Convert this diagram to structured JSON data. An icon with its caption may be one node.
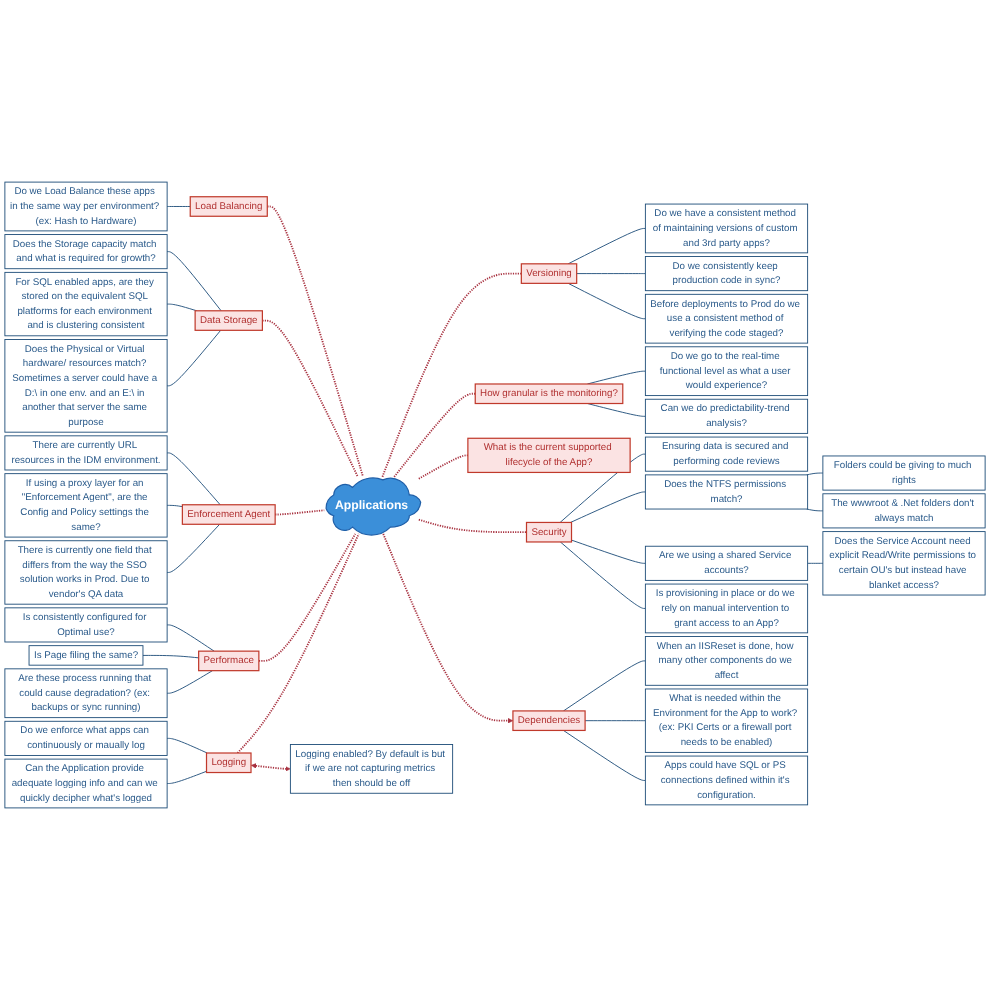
{
  "diagram": {
    "nodes": [
      {
        "text": [
          "Applications"
        ]
      },
      {
        "text": [
          "Logging"
        ]
      },
      {
        "text": [
          "Can the Application provide adequate logging info and can we quickly decipher what's logged"
        ]
      },
      {
        "text": [
          "Do we enforce what apps can continuously or maually log"
        ]
      },
      {
        "text": [
          "Performace"
        ]
      },
      {
        "text": [
          "Logging enabled? By default is but if we are not capturing metrics then should be off"
        ]
      },
      {
        "text": [
          "Are these process running that could cause degradation? (ex: backups or sync running)"
        ]
      },
      {
        "text": [
          "Is Page filing the same?"
        ]
      },
      {
        "text": [
          "Is consistently configured for Optimal use?"
        ]
      },
      {
        "text": [
          "Versioning"
        ]
      },
      {
        "text": [
          "Do we have a consistent method of maintaining versions of custom and 3rd party apps?"
        ]
      },
      {
        "text": [
          "Do we consistently keep production code in sync?"
        ]
      },
      {
        "text": [
          "Before deployments to Prod do we use a consistent method of verifying the code staged?"
        ]
      },
      {
        "text": [
          "How granular is the monitoring?"
        ]
      },
      {
        "text": [
          "Do we go to the real-time functional level as what a user would experience?"
        ]
      },
      {
        "text": [
          "Can we do predictability-trend analysis?"
        ]
      },
      {
        "text": [
          "Enforcement Agent"
        ]
      },
      {
        "text": [
          "There is currently one field that differs from the way the SSO solution works in Prod. Due to vendor's QA data"
        ]
      },
      {
        "text": [
          "If using a proxy layer for an \"Enforcement Agent\", are the Config and Policy settings the same?"
        ]
      },
      {
        "text": [
          "There are currently URL resources in the IDM environment."
        ]
      },
      {
        "text": [
          "What is the current supported lifecycle of the App?"
        ]
      },
      {
        "text": [
          "Security"
        ]
      },
      {
        "text": [
          "Ensuring data is secured and performing code reviews"
        ]
      },
      {
        "text": [
          "Does the NTFS permissions match?"
        ]
      },
      {
        "text": [
          "Folders could be giving to much rights"
        ]
      },
      {
        "text": [
          "The wwwroot & .Net folders don't always match"
        ]
      },
      {
        "text": [
          "Are we using a shared Service accounts?"
        ]
      },
      {
        "text": [
          "Does the Service Account need explicit Read/Write permissions to certain OU's but instead have blanket access?"
        ]
      },
      {
        "text": [
          "Is provisioning in place or do we rely on manual intervention to grant access to an App?"
        ]
      },
      {
        "text": [
          "Data Storage"
        ]
      },
      {
        "text": [
          "Does the Physical or Virtual hardware/ resources match? Sometimes a server could have a D:\\ in one env. and an E:\\ in another that server the same purpose"
        ]
      },
      {
        "text": [
          "For SQL enabled apps, are they stored on the equivalent SQL platforms for each environment and is clustering consistent"
        ]
      },
      {
        "text": [
          "Does the Storage capacity match and what is required for growth?"
        ]
      },
      {
        "text": [
          "Load Balancing"
        ]
      },
      {
        "text": [
          "Do we Load Balance these apps in the same way per environment? (ex: Hash to Hardware)"
        ]
      },
      {
        "text": [
          "Dependencies"
        ]
      },
      {
        "text": [
          "When an IISReset is done, how many other components do we affect"
        ]
      },
      {
        "text": [
          "What is needed within the Environment for the App to work? (ex: PKI Certs or a firewall port needs to be enabled)"
        ]
      },
      {
        "text": [
          "Apps could have SQL or PS connections defined within it's configuration."
        ]
      }
    ],
    "edges": [
      {
        "from": 0,
        "to": 1,
        "arrow": "none",
        "style": "dashed",
        "color": "#a83240"
      },
      {
        "from": 1,
        "to": 2,
        "arrow": "none"
      },
      {
        "from": 1,
        "to": 3,
        "arrow": "none"
      },
      {
        "from": 1,
        "to": 5,
        "arrow": "both",
        "style": "dashed",
        "color": "#a83240"
      },
      {
        "from": 0,
        "to": 4,
        "arrow": "none",
        "style": "dashed",
        "color": "#a83240"
      },
      {
        "from": 4,
        "to": 6,
        "arrow": "none"
      },
      {
        "from": 4,
        "to": 7,
        "arrow": "none"
      },
      {
        "from": 4,
        "to": 8,
        "arrow": "none"
      },
      {
        "from": 0,
        "to": 9,
        "arrow": "none",
        "style": "dashed",
        "color": "#a83240"
      },
      {
        "from": 9,
        "to": 10,
        "arrow": "none"
      },
      {
        "from": 9,
        "to": 11,
        "arrow": "none"
      },
      {
        "from": 9,
        "to": 12,
        "arrow": "none"
      },
      {
        "from": 0,
        "to": 13,
        "arrow": "none",
        "style": "dashed",
        "color": "#a83240"
      },
      {
        "from": 13,
        "to": 14,
        "arrow": "none"
      },
      {
        "from": 13,
        "to": 15,
        "arrow": "none"
      },
      {
        "from": 0,
        "to": 16,
        "arrow": "none",
        "style": "dashed",
        "color": "#a83240"
      },
      {
        "from": 16,
        "to": 17,
        "arrow": "none"
      },
      {
        "from": 16,
        "to": 18,
        "arrow": "none"
      },
      {
        "from": 16,
        "to": 19,
        "arrow": "none"
      },
      {
        "from": 0,
        "to": 20,
        "arrow": "none",
        "style": "dashed",
        "color": "#a83240"
      },
      {
        "from": 0,
        "to": 21,
        "arrow": "none",
        "style": "dashed",
        "color": "#a83240"
      },
      {
        "from": 21,
        "to": 22,
        "arrow": "none"
      },
      {
        "from": 21,
        "to": 23,
        "arrow": "none"
      },
      {
        "from": 23,
        "to": 24,
        "arrow": "none"
      },
      {
        "from": 23,
        "to": 25,
        "arrow": "none"
      },
      {
        "from": 21,
        "to": 26,
        "arrow": "none"
      },
      {
        "from": 26,
        "to": 27,
        "arrow": "none"
      },
      {
        "from": 21,
        "to": 28,
        "arrow": "none"
      },
      {
        "from": 0,
        "to": 29,
        "arrow": "none",
        "style": "dashed",
        "color": "#a83240"
      },
      {
        "from": 29,
        "to": 30,
        "arrow": "none"
      },
      {
        "from": 29,
        "to": 31,
        "arrow": "none"
      },
      {
        "from": 29,
        "to": 32,
        "arrow": "none"
      },
      {
        "from": 0,
        "to": 33,
        "arrow": "none",
        "style": "dashed",
        "color": "#a83240"
      },
      {
        "from": 33,
        "to": 34,
        "arrow": "none"
      },
      {
        "from": 0,
        "to": 35,
        "arrow": "to",
        "style": "dashed",
        "color": "#a83240"
      },
      {
        "from": 35,
        "to": 36,
        "arrow": "none"
      },
      {
        "from": 35,
        "to": 37,
        "arrow": "none"
      },
      {
        "from": 35,
        "to": 38,
        "arrow": "none"
      }
    ]
  }
}
